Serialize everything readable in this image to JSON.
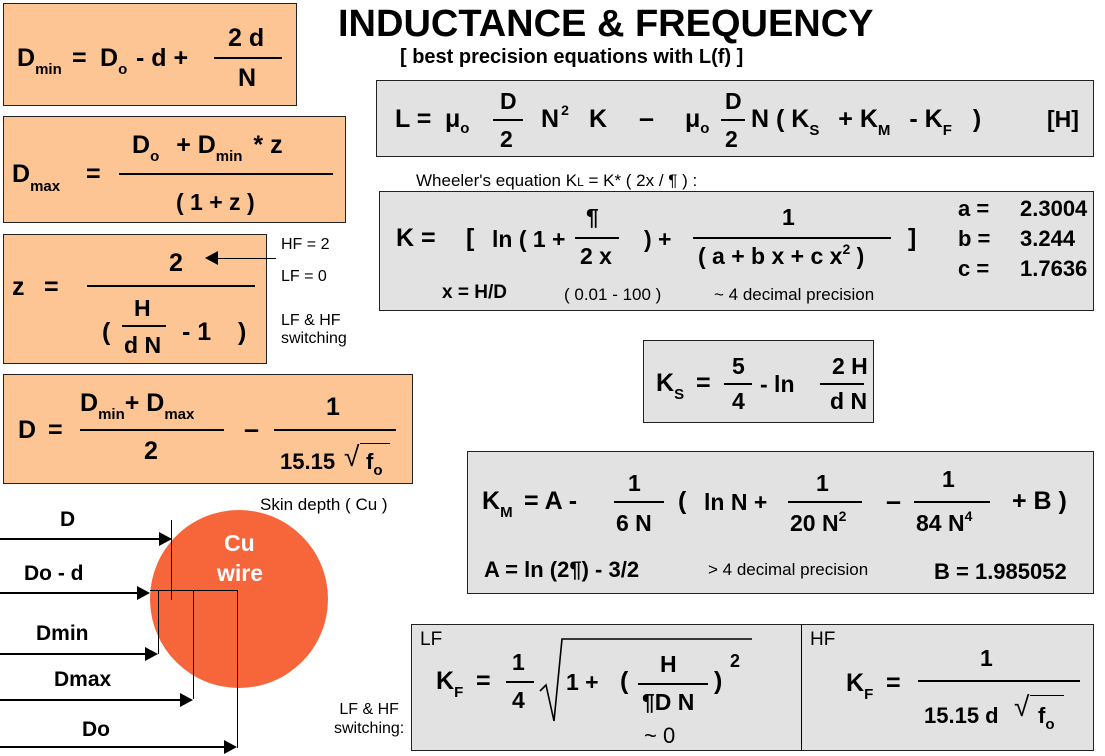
{
  "title": "INDUCTANCE  & FREQUENCY",
  "subtitle": "[ best precision equations with L(f) ]",
  "dmin": {
    "lhs": "D",
    "lhs_sub": "min",
    "eq": "=",
    "do": "D",
    "do_sub": "o",
    "minus_d_plus": "- d +",
    "num": "2 d",
    "den": "N"
  },
  "dmax": {
    "lhs": "D",
    "lhs_sub": "max",
    "eq": "=",
    "num_a": "D",
    "num_a_sub": "o",
    "num_b": "+  D",
    "num_b_sub": "min",
    "num_c": "* z",
    "den": "( 1 + z )"
  },
  "z": {
    "lhs": "z",
    "eq": "=",
    "num": "2",
    "paren_open": "(",
    "h": "H",
    "dn": "d N",
    "minus_one": "-   1",
    "paren_close": ")",
    "hf": "HF = 2",
    "lf": "LF  = 0",
    "switch": "LF & HF\nswitching"
  },
  "dform": {
    "lhs": "D",
    "eq": "=",
    "num_a": "D",
    "num_a_sub": "min",
    "plus": "+ ",
    "num_b": "D",
    "num_b_sub": "max",
    "den": "2",
    "minus": "–",
    "one": "1",
    "coef": "15.15",
    "sqrt": "√",
    "f": "f",
    "f_sub": "o"
  },
  "inductance": {
    "l": "L =",
    "mu1": "μ",
    "mu1_sub": "o",
    "d": "D",
    "two": "2",
    "n": "N",
    "n_sup": "2",
    "k": "K",
    "minus": "–",
    "mu2": "μ",
    "mu2_sub": "o",
    "d2": "D",
    "two2": "2",
    "rest": "N ( K",
    "ks_sub": "S",
    "plus": "+  K",
    "km_sub": "M",
    "minus2": "-  K",
    "kf_sub": "F",
    "close": ")",
    "unit": "[H]"
  },
  "wheeler": {
    "caption": "Wheeler's equation K",
    "caption_sub": "L",
    "caption_rest": " = K* ( 2x / ¶ ) :",
    "k": "K  =",
    "bracket_open": "[",
    "ln": "ln ( 1 +",
    "pi": "¶",
    "twox": "2 x",
    "rparen_plus": ")  +",
    "one": "1",
    "den": "( a + b x + c x",
    "den_sup": "2",
    "den_close": " )",
    "bracket_close": "]",
    "a_label": "a =",
    "a_val": "2.3004",
    "b_label": "b =",
    "b_val": "3.244",
    "c_label": "c =",
    "c_val": "1.7636",
    "x_def": "x =  H/D",
    "range": "( 0.01 - 100 )",
    "precision": "~ 4 decimal precision"
  },
  "ks": {
    "k": "K",
    "sub": "S",
    "eq": "=",
    "num": "5",
    "den": "4",
    "minus_ln": "- ln",
    "num2": "2 H",
    "den2": "d N"
  },
  "km": {
    "k": "K",
    "sub": "M",
    "eq": "=  A  -",
    "one1": "1",
    "six_n": "6 N",
    "paren": "(",
    "ln_n": "ln N  +",
    "one2": "1",
    "twenty_n": "20 N",
    "twenty_sup": "2",
    "minus": "–",
    "one3": "1",
    "eighty_n": "84 N",
    "eighty_sup": "4",
    "plus_b": "+  B )",
    "a_def": "A =  ln (2¶) - 3/2",
    "precision": "> 4 decimal precision",
    "b_def": "B =  1.985052"
  },
  "kf_lf": {
    "tag": "LF",
    "k": "K",
    "sub": "F",
    "eq": "=",
    "one": "1",
    "four": "4",
    "one_plus": "1  +",
    "paren_open": "(",
    "h": "H",
    "pidn": "¶D N",
    "paren_close": ")",
    "sup": "2",
    "approx": "~ 0"
  },
  "kf_hf": {
    "tag": "HF",
    "k": "K",
    "sub": "F",
    "eq": "=",
    "one": "1",
    "coef": "15.15 d",
    "sqrt": "√",
    "f": "f",
    "f_sub": "o"
  },
  "switch_label": "LF & HF\nswitching:",
  "wire": {
    "skin": "Skin depth ( Cu )",
    "label_1": "Cu",
    "label_2": "wire",
    "d": "D",
    "dod": "Do - d",
    "dmin": "Dmin",
    "dmax": "Dmax",
    "do": "Do",
    "color": "#f7653a"
  },
  "colors": {
    "orange_box": "#fdc593",
    "gray_box": "#e2e2e2"
  }
}
